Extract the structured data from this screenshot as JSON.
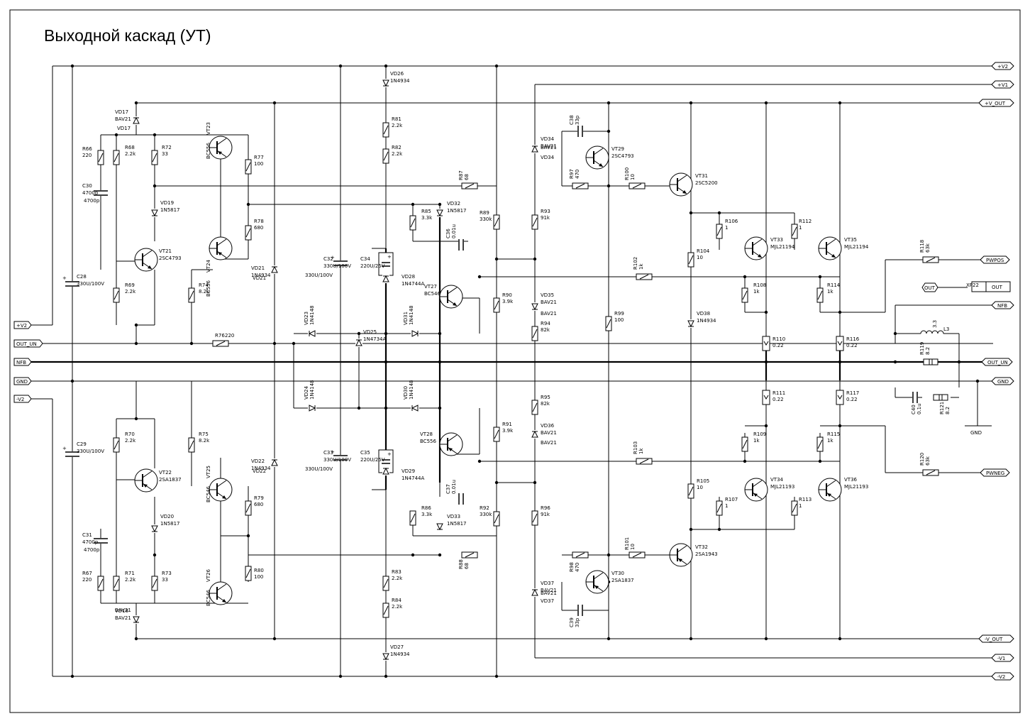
{
  "title": "Выходной каскад (УТ)",
  "ports": {
    "plus_v2_right": "+V2",
    "plus_v1": "+V1",
    "plus_v_out": "+V_OUT",
    "pwpos": "PWPOS",
    "out": "OUT",
    "xp22": "XP22",
    "nfb_right": "NFB",
    "out_un_right": "OUT_UN",
    "gnd_right": "GND",
    "pwneg": "PWNEG",
    "minus_v_out": "-V_OUT",
    "minus_v1": "-V1",
    "minus_v2_right": "-V2",
    "plus_v2_left": "+V2",
    "out_un_left": "OUT_UN",
    "nfb_left": "NFB",
    "gnd_left": "GND",
    "minus_v2_left": "-V2",
    "gnd_symbol": "GND"
  },
  "components": [
    {
      "ref": "R66",
      "value": "220"
    },
    {
      "ref": "R68",
      "value": "2.2k"
    },
    {
      "ref": "R72",
      "value": "33"
    },
    {
      "ref": "R77",
      "value": "100"
    },
    {
      "ref": "R78",
      "value": "680"
    },
    {
      "ref": "R69",
      "value": "2.2k"
    },
    {
      "ref": "R74",
      "value": "8.2k"
    },
    {
      "ref": "R76",
      "value": "220"
    },
    {
      "ref": "R70",
      "value": "2.2k"
    },
    {
      "ref": "R75",
      "value": "8.2k"
    },
    {
      "ref": "R79",
      "value": "680"
    },
    {
      "ref": "R67",
      "value": "220"
    },
    {
      "ref": "R71",
      "value": "2.2k"
    },
    {
      "ref": "R73",
      "value": "33"
    },
    {
      "ref": "R80",
      "value": "100"
    },
    {
      "ref": "R81",
      "value": "2.2k"
    },
    {
      "ref": "R82",
      "value": "2.2k"
    },
    {
      "ref": "R83",
      "value": "2.2k"
    },
    {
      "ref": "R84",
      "value": "2.2k"
    },
    {
      "ref": "R85",
      "value": "3.3k"
    },
    {
      "ref": "R86",
      "value": "3.3k"
    },
    {
      "ref": "R87",
      "value": "68"
    },
    {
      "ref": "R88",
      "value": "68"
    },
    {
      "ref": "R89",
      "value": "330k"
    },
    {
      "ref": "R90",
      "value": "3.9k"
    },
    {
      "ref": "R91",
      "value": "3.9k"
    },
    {
      "ref": "R92",
      "value": "330k"
    },
    {
      "ref": "R93",
      "value": "91k"
    },
    {
      "ref": "R94",
      "value": "82k"
    },
    {
      "ref": "R95",
      "value": "82k"
    },
    {
      "ref": "R96",
      "value": "91k"
    },
    {
      "ref": "R97",
      "value": "470"
    },
    {
      "ref": "R98",
      "value": "470"
    },
    {
      "ref": "R99",
      "value": "100"
    },
    {
      "ref": "R100",
      "value": "10"
    },
    {
      "ref": "R101",
      "value": "10"
    },
    {
      "ref": "R102",
      "value": "1k"
    },
    {
      "ref": "R103",
      "value": "1k"
    },
    {
      "ref": "R104",
      "value": "10"
    },
    {
      "ref": "R105",
      "value": "10"
    },
    {
      "ref": "R106",
      "value": "1"
    },
    {
      "ref": "R107",
      "value": "1"
    },
    {
      "ref": "R108",
      "value": "1k"
    },
    {
      "ref": "R109",
      "value": "1k"
    },
    {
      "ref": "R110",
      "value": "0.22"
    },
    {
      "ref": "R111",
      "value": "0.22"
    },
    {
      "ref": "R112",
      "value": "1"
    },
    {
      "ref": "R113",
      "value": "1"
    },
    {
      "ref": "R114",
      "value": "1k"
    },
    {
      "ref": "R115",
      "value": "1k"
    },
    {
      "ref": "R116",
      "value": "0.22"
    },
    {
      "ref": "R117",
      "value": "0.22"
    },
    {
      "ref": "R118",
      "value": "63k"
    },
    {
      "ref": "R119",
      "value": "8.2"
    },
    {
      "ref": "R120",
      "value": "63k"
    },
    {
      "ref": "R121",
      "value": "8.2"
    },
    {
      "ref": "C28",
      "value": "330U/100V"
    },
    {
      "ref": "C29",
      "value": "330U/100V"
    },
    {
      "ref": "C30",
      "value": "4700p"
    },
    {
      "ref": "C31",
      "value": "4700p"
    },
    {
      "ref": "C32",
      "value": "330U/100V"
    },
    {
      "ref": "C33",
      "value": "330U/100V"
    },
    {
      "ref": "C34",
      "value": "220U/25V"
    },
    {
      "ref": "C35",
      "value": "220U/25V"
    },
    {
      "ref": "C36",
      "value": "0.01u"
    },
    {
      "ref": "C37",
      "value": "0.01u"
    },
    {
      "ref": "C38",
      "value": "33p"
    },
    {
      "ref": "C39",
      "value": "33p"
    },
    {
      "ref": "C40",
      "value": "0.1u"
    },
    {
      "ref": "L3",
      "value": "3.3"
    },
    {
      "ref": "VD17",
      "value": "BAV21"
    },
    {
      "ref": "VD18",
      "value": "BAV21"
    },
    {
      "ref": "VD19",
      "value": "1N5817"
    },
    {
      "ref": "VD20",
      "value": "1N5817"
    },
    {
      "ref": "VD21",
      "value": "1N4934"
    },
    {
      "ref": "VD22",
      "value": "1N4934"
    },
    {
      "ref": "VD23",
      "value": "1N4148"
    },
    {
      "ref": "VD24",
      "value": "1N4148"
    },
    {
      "ref": "VD25",
      "value": "1N4734A"
    },
    {
      "ref": "VD26",
      "value": "1N4934"
    },
    {
      "ref": "VD27",
      "value": "1N4934"
    },
    {
      "ref": "VD28",
      "value": "1N4744A"
    },
    {
      "ref": "VD29",
      "value": "1N4744A"
    },
    {
      "ref": "VD30",
      "value": "1N4148"
    },
    {
      "ref": "VD31",
      "value": "1N4148"
    },
    {
      "ref": "VD32",
      "value": "1N5817"
    },
    {
      "ref": "VD33",
      "value": "1N5817"
    },
    {
      "ref": "VD34",
      "value": "BAV21"
    },
    {
      "ref": "VD35",
      "value": "BAV21"
    },
    {
      "ref": "VD36",
      "value": "BAV21"
    },
    {
      "ref": "VD37",
      "value": "BAV21"
    },
    {
      "ref": "VD38",
      "value": "1N4934"
    },
    {
      "ref": "VT21",
      "value": "2SC4793"
    },
    {
      "ref": "VT22",
      "value": "2SA1837"
    },
    {
      "ref": "VT23",
      "value": "BC556"
    },
    {
      "ref": "VT24",
      "value": "BC556"
    },
    {
      "ref": "VT25",
      "value": "BC546"
    },
    {
      "ref": "VT26",
      "value": "BC546"
    },
    {
      "ref": "VT27",
      "value": "BC546"
    },
    {
      "ref": "VT28",
      "value": "BC556"
    },
    {
      "ref": "VT29",
      "value": "2SC4793"
    },
    {
      "ref": "VT30",
      "value": "2SA1837"
    },
    {
      "ref": "VT31",
      "value": "2SC5200"
    },
    {
      "ref": "VT32",
      "value": "2SA1943"
    },
    {
      "ref": "VT33",
      "value": "MJL21194"
    },
    {
      "ref": "VT34",
      "value": "MJL21193"
    },
    {
      "ref": "VT35",
      "value": "MJL21194"
    },
    {
      "ref": "VT36",
      "value": "MJL21193"
    }
  ]
}
